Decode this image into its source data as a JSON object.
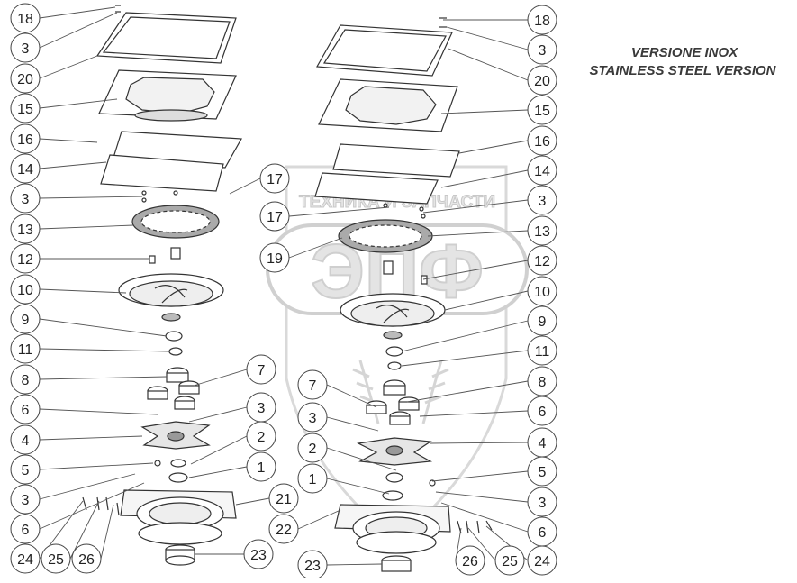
{
  "titles": {
    "line1": "VERSIONE INOX",
    "line2": "STAINLESS STEEL VERSION"
  },
  "watermark": {
    "caption": "ТЕХНИКА И ЗАПЧАСТИ",
    "letters": "ЭПФ"
  },
  "left_labels": [
    "18",
    "3",
    "20",
    "15",
    "16",
    "14",
    "3",
    "17",
    "13",
    "12",
    "10",
    "9",
    "11",
    "8",
    "7",
    "6",
    "3",
    "4",
    "5",
    "2",
    "1",
    "3",
    "6",
    "21",
    "24",
    "25",
    "26",
    "23"
  ],
  "right_labels": [
    "18",
    "3",
    "20",
    "15",
    "16",
    "14",
    "3",
    "17",
    "13",
    "19",
    "12",
    "10",
    "9",
    "11",
    "8",
    "7",
    "6",
    "3",
    "4",
    "5",
    "2",
    "1",
    "3",
    "6",
    "22",
    "24",
    "25",
    "26",
    "23"
  ],
  "colors": {
    "line": "#333333",
    "bubble_fill": "#ffffff",
    "watermark": "#d6d6d6"
  }
}
